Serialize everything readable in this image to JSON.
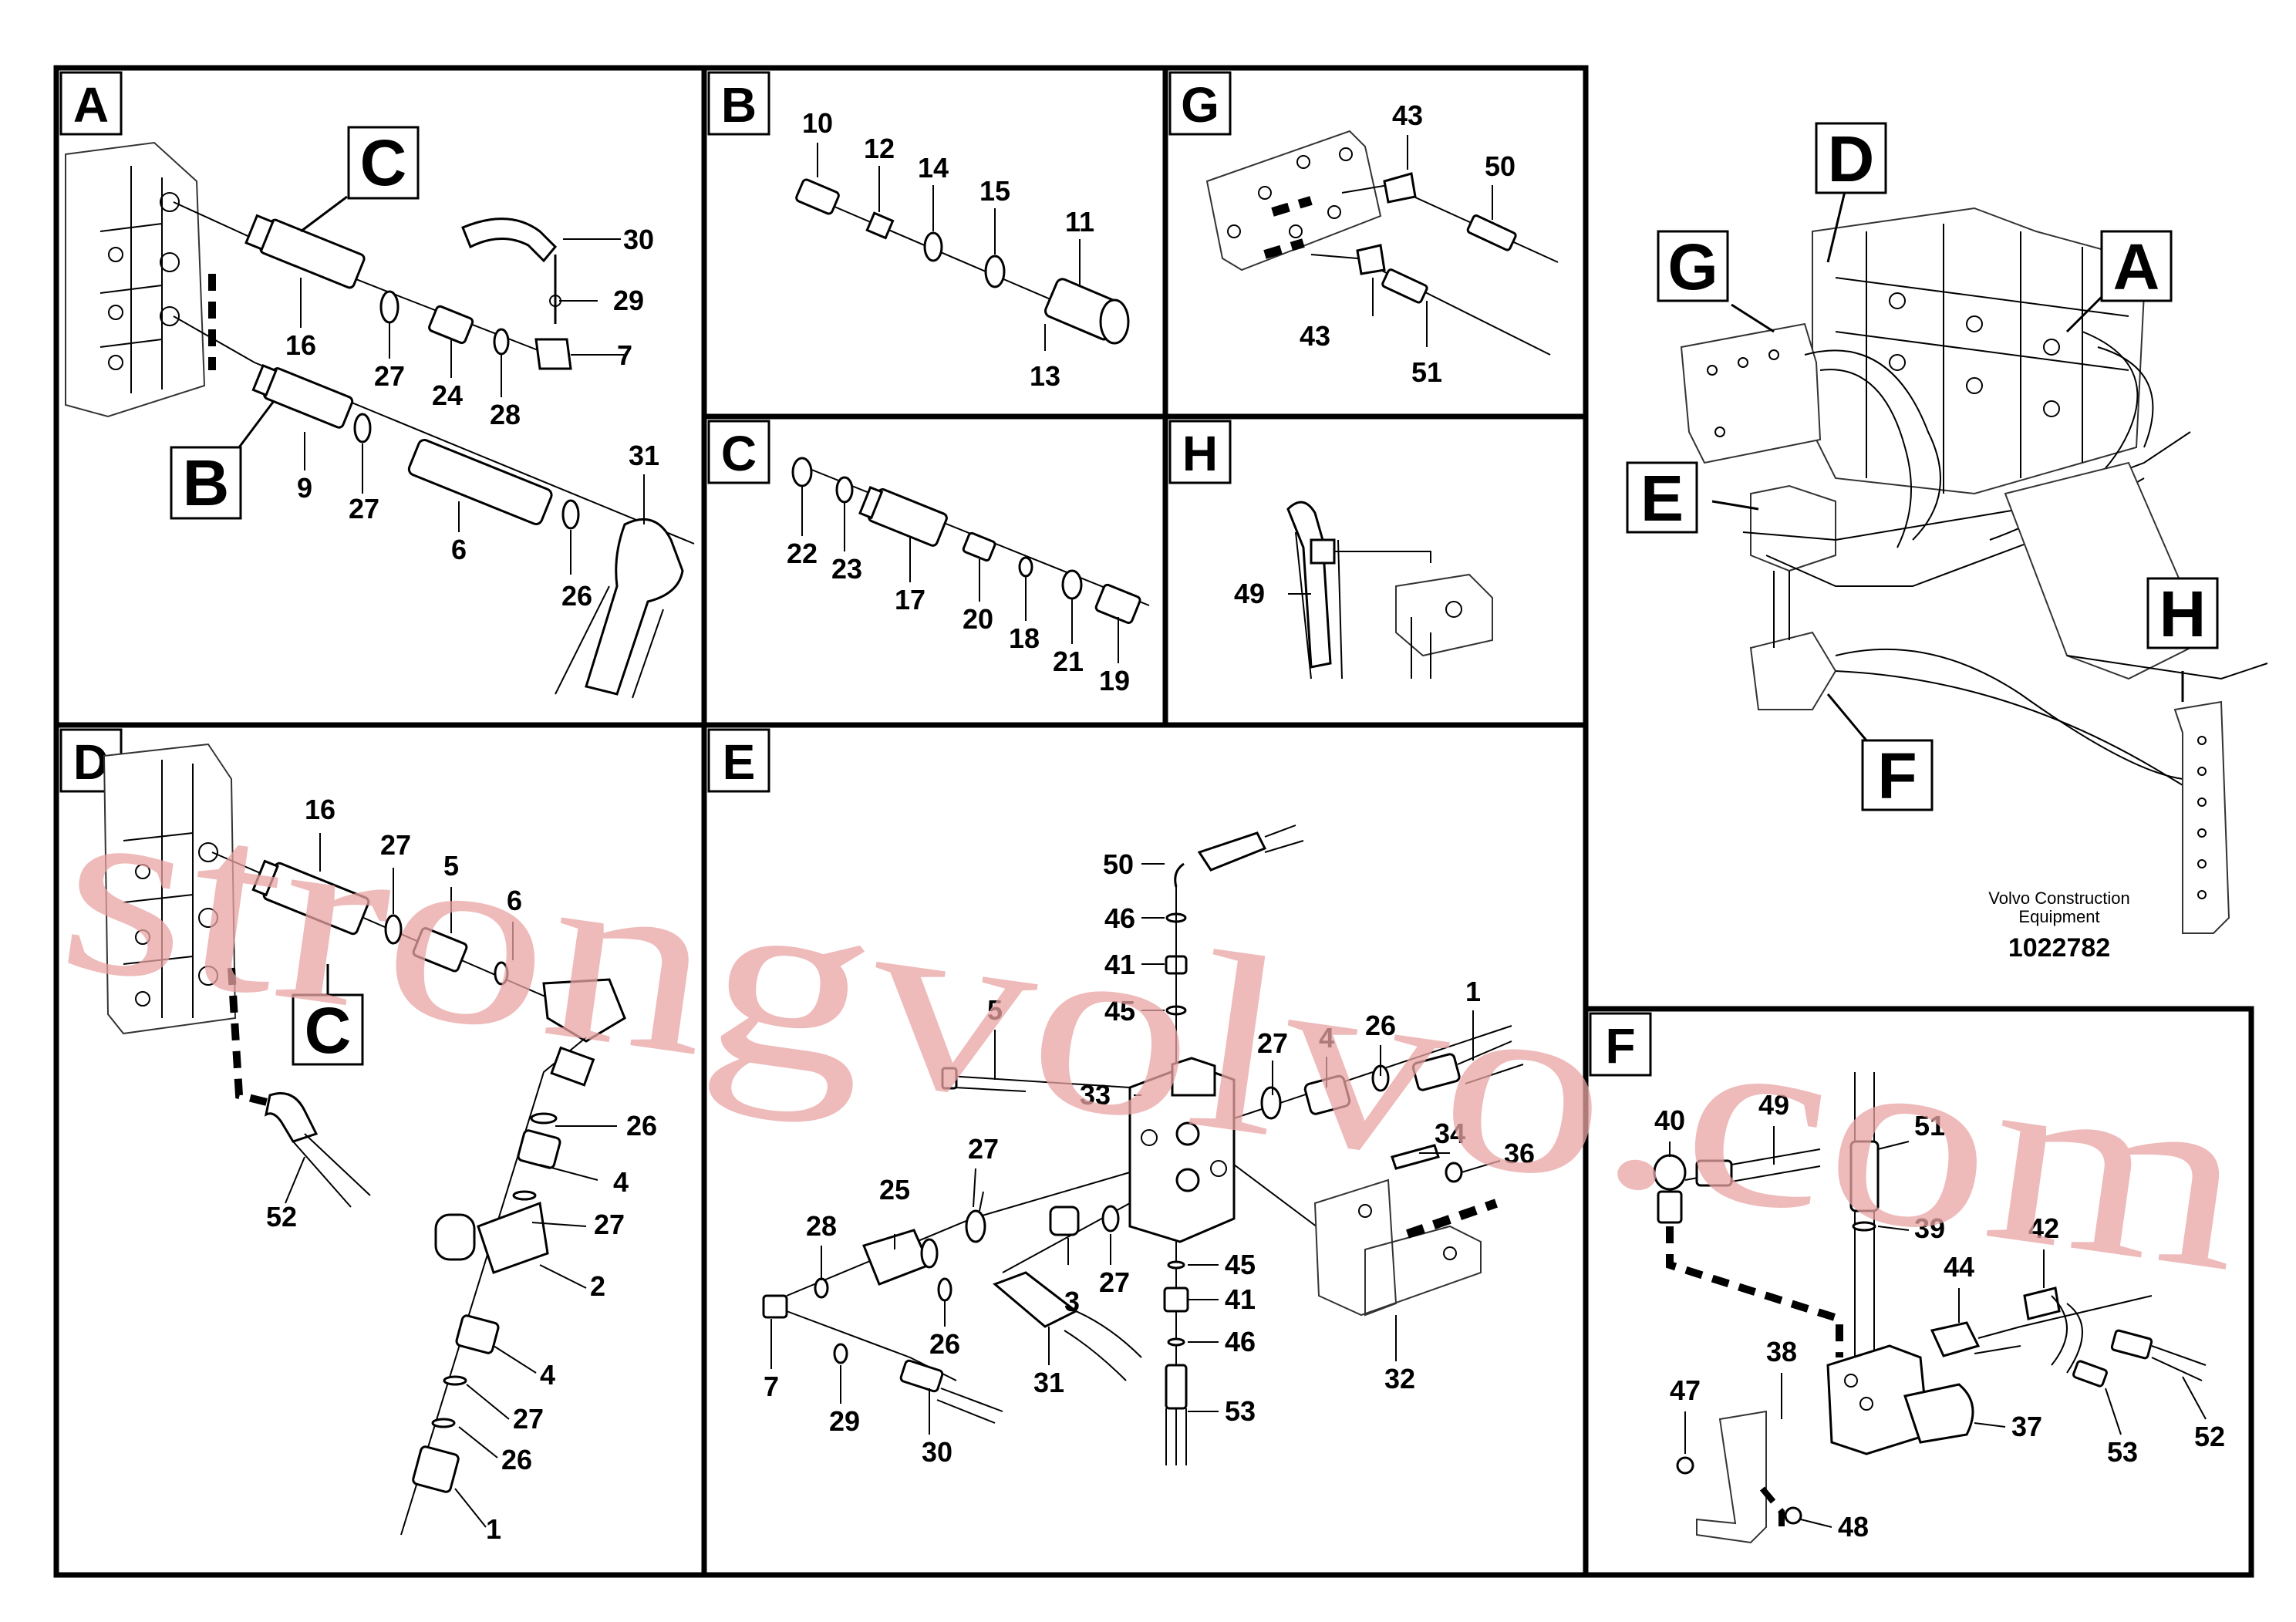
{
  "panels": {
    "A": "A",
    "B": "B",
    "C": "C",
    "D": "D",
    "E": "E",
    "F": "F",
    "G": "G",
    "H": "H"
  },
  "watermark": "strongvolvo.com",
  "footer": {
    "company_line1": "Volvo Construction",
    "company_line2": "Equipment",
    "drawing_number": "1022782"
  },
  "labels": {
    "A": {
      "n16": "16",
      "n27a": "27",
      "n24": "24",
      "n28": "28",
      "n30": "30",
      "n29": "29",
      "n7": "7",
      "n9": "9",
      "n27b": "27",
      "n6": "6",
      "n26": "26",
      "n31": "31",
      "sub_c": "C",
      "sub_b": "B"
    },
    "B": {
      "n10": "10",
      "n12": "12",
      "n14": "14",
      "n15": "15",
      "n11": "11",
      "n13": "13"
    },
    "C": {
      "n22": "22",
      "n23": "23",
      "n17": "17",
      "n20": "20",
      "n18": "18",
      "n21": "21",
      "n19": "19"
    },
    "G": {
      "n43a": "43",
      "n50": "50",
      "n43b": "43",
      "n51": "51"
    },
    "H": {
      "n49": "49"
    },
    "D": {
      "n16": "16",
      "n27a": "27",
      "n5": "5",
      "n6": "6",
      "n26a": "26",
      "n4a": "4",
      "n27b": "27",
      "n2": "2",
      "n4b": "4",
      "n27c": "27",
      "n26b": "26",
      "n1": "1",
      "n52": "52",
      "sub_c": "C"
    },
    "E": {
      "n50": "50",
      "n46a": "46",
      "n41a": "41",
      "n45a": "45",
      "n5": "5",
      "n33": "33",
      "n1": "1",
      "n4": "4",
      "n26a": "26",
      "n27a": "27",
      "n34": "34",
      "n36": "36",
      "n27b": "27",
      "n25": "25",
      "n28": "28",
      "n3": "3",
      "n27c": "27",
      "n45b": "45",
      "n41b": "41",
      "n46b": "46",
      "n7": "7",
      "n26b": "26",
      "n29": "29",
      "n31": "31",
      "n30": "30",
      "n53": "53",
      "n32": "32"
    },
    "F": {
      "n40": "40",
      "n49": "49",
      "n51": "51",
      "n39": "39",
      "n44": "44",
      "n42": "42",
      "n38": "38",
      "n47": "47",
      "n37": "37",
      "n53": "53",
      "n52": "52",
      "n48": "48"
    }
  }
}
